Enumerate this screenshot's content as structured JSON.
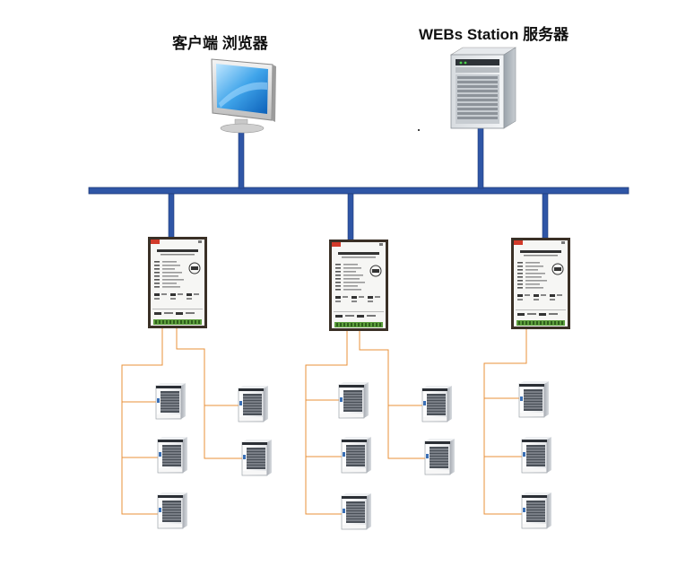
{
  "labels": {
    "client": "客户端 浏览器",
    "server": "WEBs  Station 服务器"
  },
  "gateway": {
    "title": "WEB服务工业网关",
    "subtitle": "WEB Intelligent Gateway"
  },
  "colors": {
    "bus": "#2F56A6",
    "bus_outline": "#1E3A78",
    "orange_wire": "#E8913A",
    "gateway_frame": "#3A3026"
  }
}
